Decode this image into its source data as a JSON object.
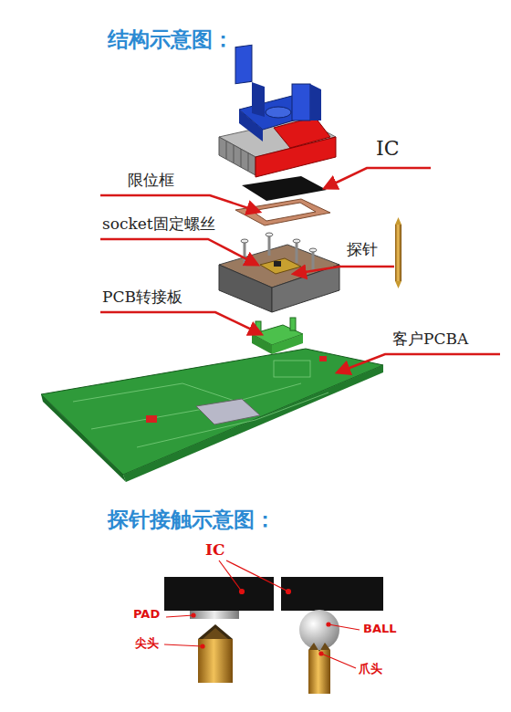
{
  "diagram": {
    "title": "结构示意图：",
    "labels": [
      "IC",
      "限位框",
      "socket固定螺丝",
      "探针",
      "PCB转接板",
      "客户PCBA",
      "探针接触示意图：",
      "IC",
      "PAD",
      "尖头",
      "BALL",
      "爪头"
    ]
  }
}
